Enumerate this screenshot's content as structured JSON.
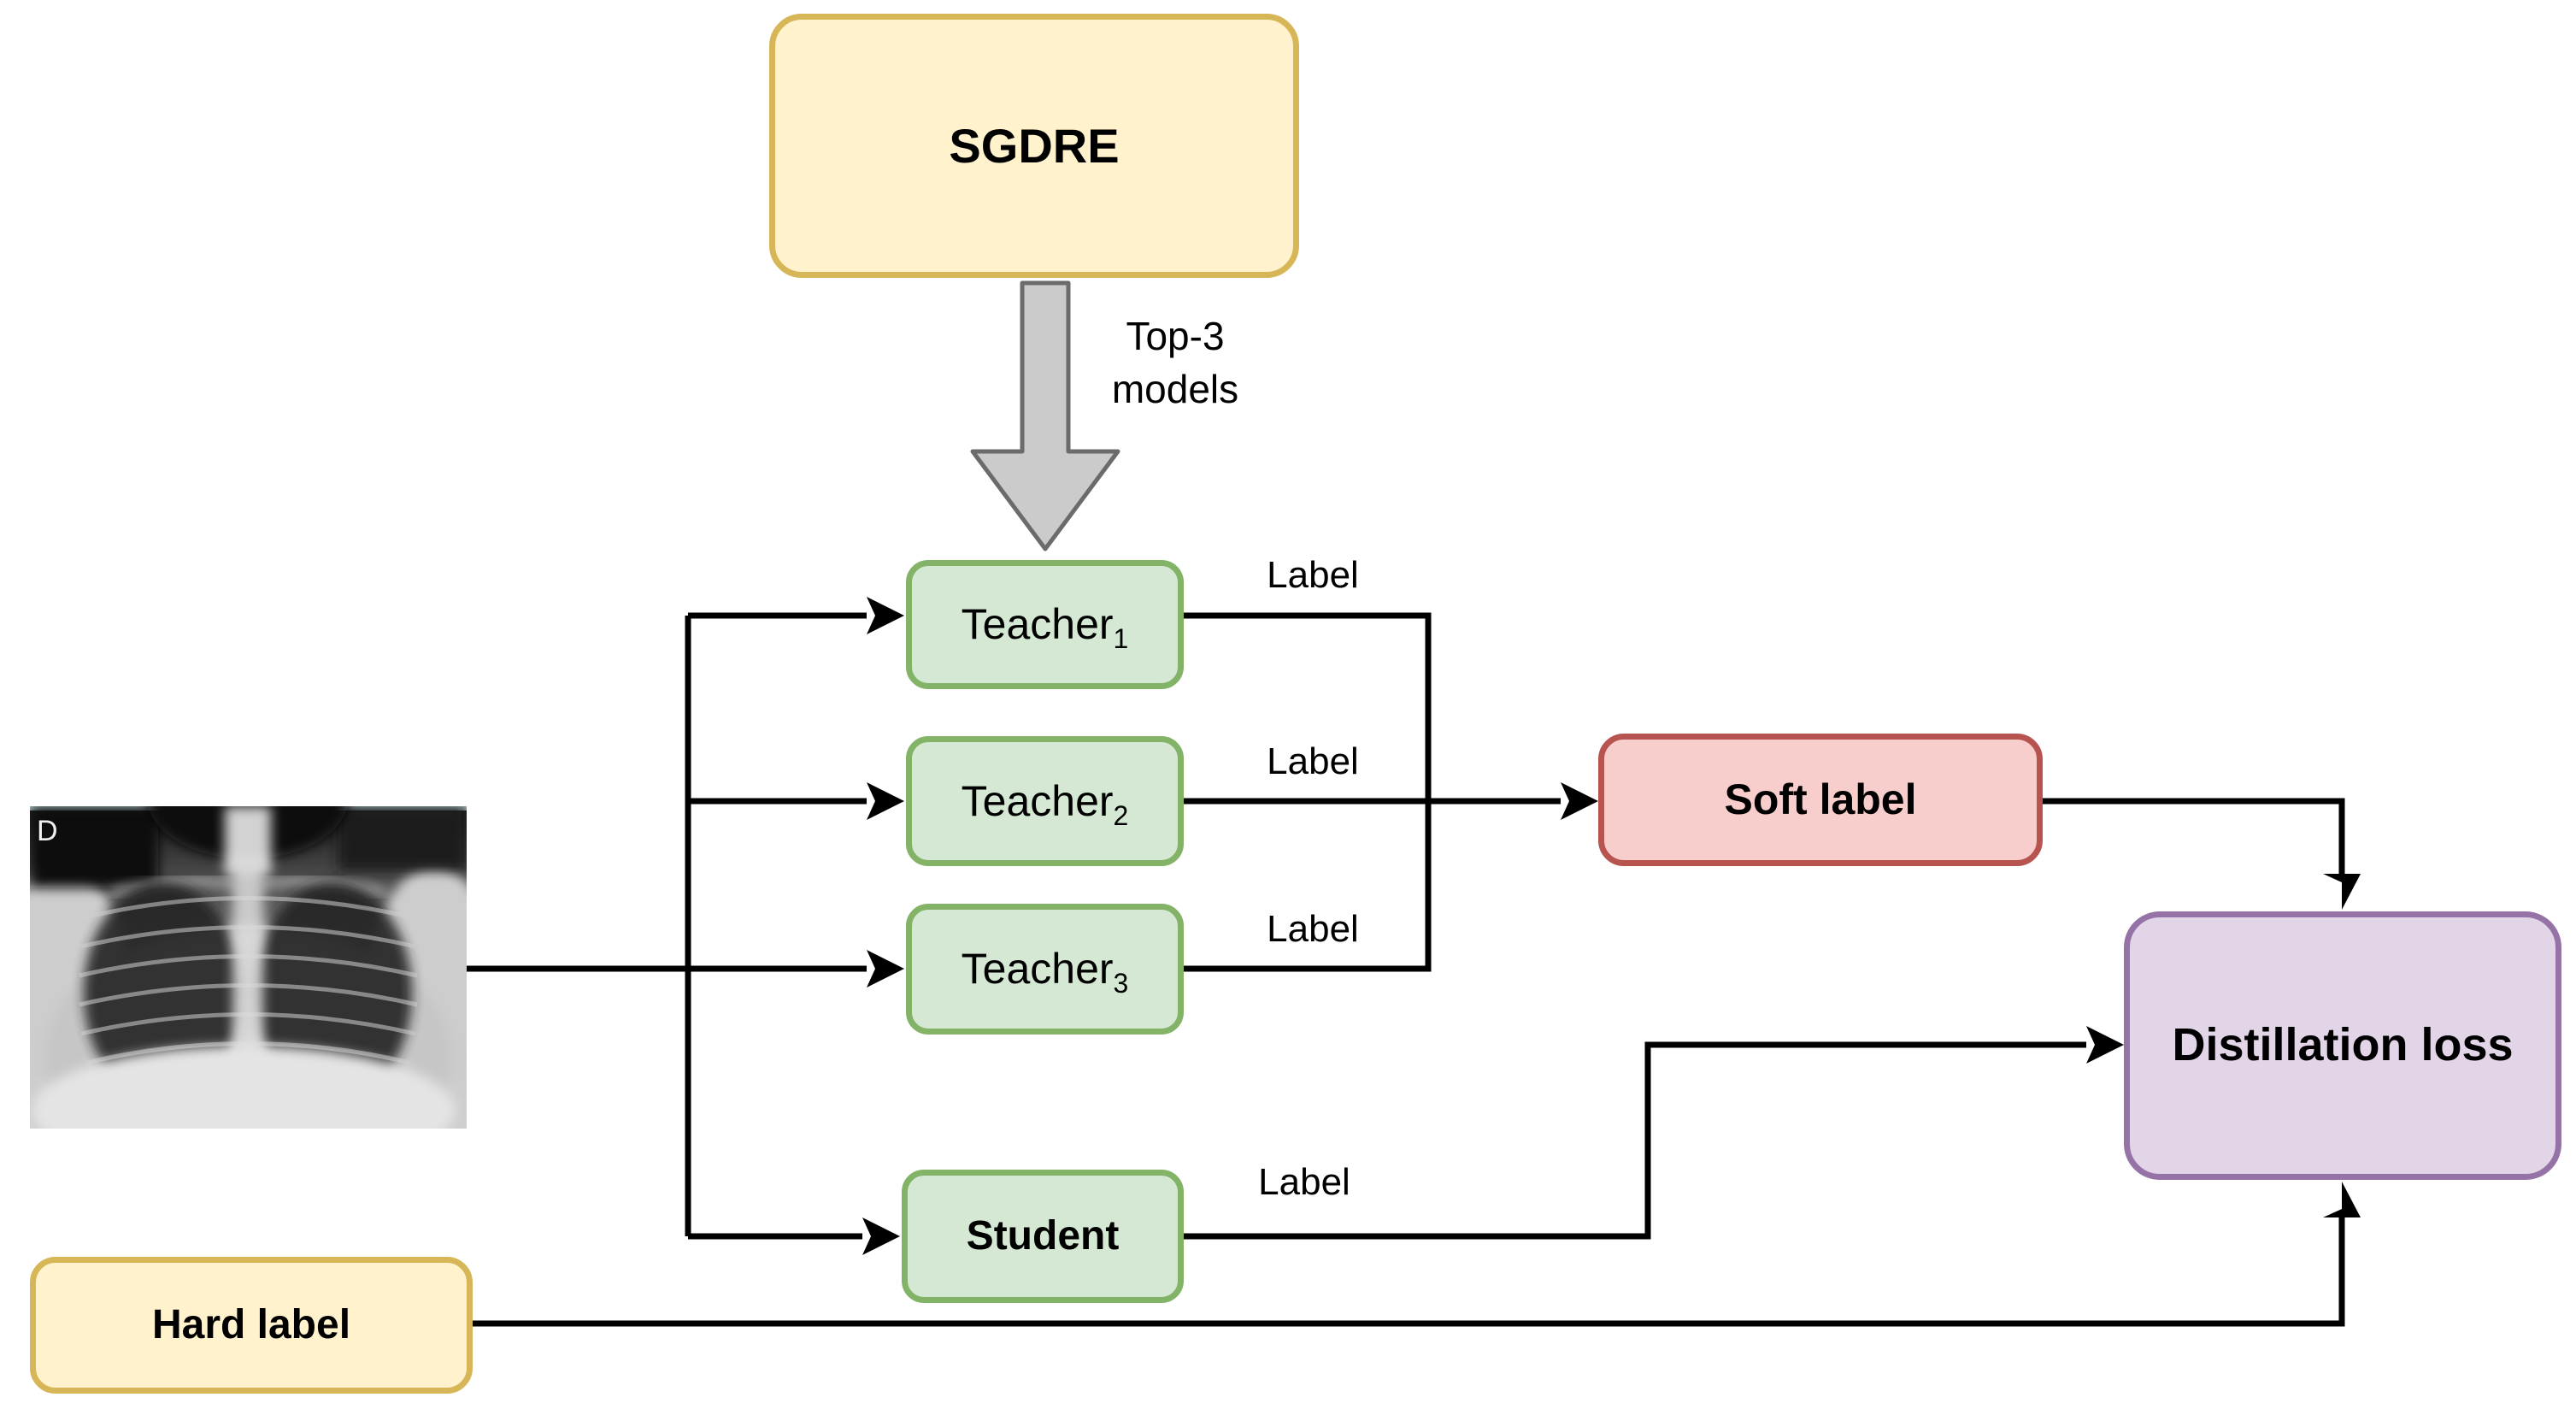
{
  "diagram_type": "flowchart",
  "nodes": {
    "sgdre": {
      "label": "SGDRE"
    },
    "teacher1": {
      "label": "Teacher",
      "subscript": "1"
    },
    "teacher2": {
      "label": "Teacher",
      "subscript": "2"
    },
    "teacher3": {
      "label": "Teacher",
      "subscript": "3"
    },
    "student": {
      "label": "Student"
    },
    "soft_label": {
      "label": "Soft label"
    },
    "distillation_loss": {
      "label": "Distillation loss"
    },
    "hard_label": {
      "label": "Hard label"
    }
  },
  "edge_labels": {
    "sgdre_to_teachers_line1": "Top-3",
    "sgdre_to_teachers_line2": "models",
    "teacher1_output": "Label",
    "teacher2_output": "Label",
    "teacher3_output": "Label",
    "student_output": "Label"
  },
  "xray": {
    "corner_marker": "D"
  },
  "colors": {
    "yellow_fill": "#FFF2CC",
    "yellow_stroke": "#D6B656",
    "green_fill": "#D5E8D4",
    "green_stroke": "#82B366",
    "pink_fill": "#F8CECC",
    "pink_stroke": "#B85450",
    "purple_fill": "#E1D5E7",
    "purple_stroke": "#9673A6",
    "gray_arrow_fill": "#CBCBCB",
    "gray_arrow_stroke": "#6B6B6B",
    "edge_color": "#000000"
  }
}
